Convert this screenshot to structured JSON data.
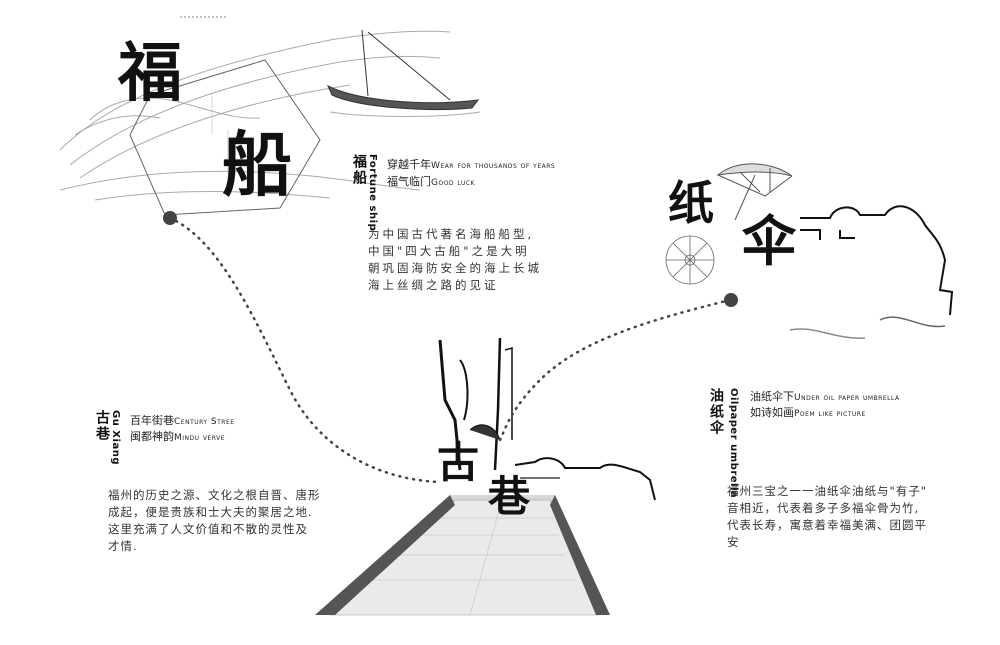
{
  "fuchuan": {
    "big_chars": [
      "福",
      "船"
    ],
    "v_title": "福船",
    "v_en": "Fortune ship",
    "line1_cn": "穿越千年",
    "line1_en": "Wear for thousands of years",
    "line2_cn": "福气临门",
    "line2_en": "Good luck",
    "desc": [
      "为中国古代著名海船船型,",
      "中国\"四大古船\"之是大明",
      "朝巩固海防安全的海上长城",
      "海上丝绸之路的见证"
    ]
  },
  "zhisan": {
    "big_chars": [
      "纸",
      "伞"
    ]
  },
  "youzhisan": {
    "v_title": "油纸伞",
    "v_en": "Oilpaper umbrella",
    "line1_cn": "油纸伞下",
    "line1_en": "Under oil paper umbrella",
    "line2_cn": "如诗如画",
    "line2_en": "Poem like picture",
    "desc": [
      "福州三宝之一一油纸伞油纸与\"有子\"",
      "音相近，代表着多子多福伞骨为竹,",
      "代表长寿，寓意着幸福美满、团圆平",
      "安"
    ]
  },
  "guxiang": {
    "big_chars": [
      "古",
      "巷"
    ],
    "v_title": "古巷",
    "v_en": "Gu Xiang",
    "line1_cn": "百年街巷",
    "line1_en": "Century Stree",
    "line2_cn": "闽都神韵",
    "line2_en": "Mindu verve",
    "desc": [
      "福州的历史之源、文化之根自晋、唐形",
      "成起，便是贵族和士大夫的聚居之地.",
      "这里充满了人文价值和不散的灵性及",
      "才情."
    ]
  }
}
